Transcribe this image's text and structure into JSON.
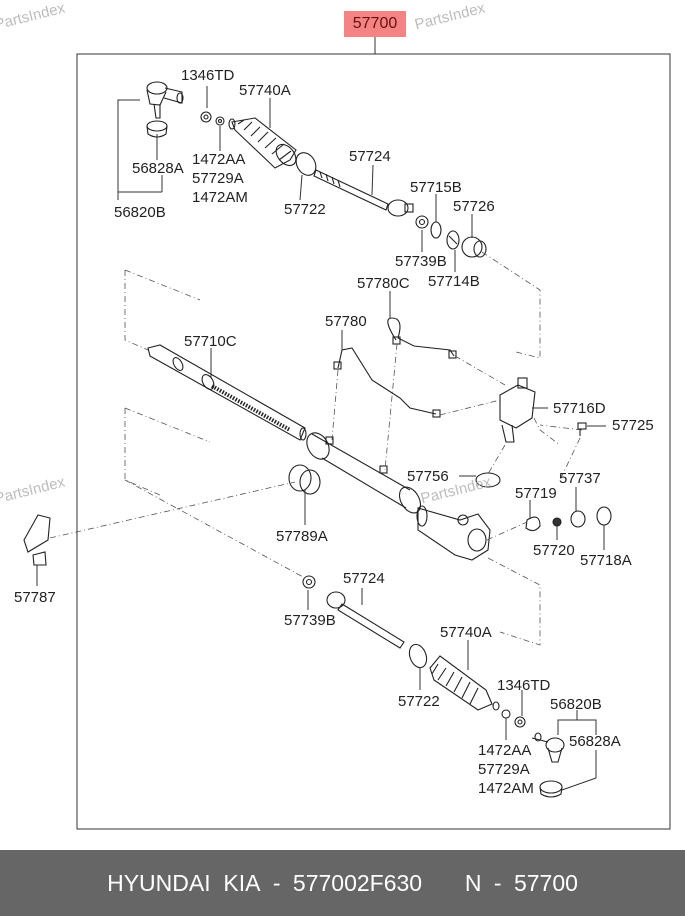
{
  "header": {
    "assembly_number": "57700"
  },
  "watermarks": [
    "PartsIndex",
    "PartsIndex",
    "PartsIndex",
    "PartsIndex"
  ],
  "labels": {
    "l1346TD_top": "1346TD",
    "l57740A_top": "57740A",
    "l1472AA_top": "1472AA",
    "l57729A_top": "57729A",
    "l1472AM_top": "1472AM",
    "l56828A_top": "56828A",
    "l56820B_top": "56820B",
    "l57722_top": "57722",
    "l57724_top": "57724",
    "l57715B": "57715B",
    "l57726": "57726",
    "l57739B_top": "57739B",
    "l57714B": "57714B",
    "l57780C": "57780C",
    "l57780": "57780",
    "l57710C": "57710C",
    "l57716D": "57716D",
    "l57725": "57725",
    "l57756": "57756",
    "l57737": "57737",
    "l57719": "57719",
    "l57720": "57720",
    "l57718A": "57718A",
    "l57789A": "57789A",
    "l57787": "57787",
    "l57724_bot": "57724",
    "l57739B_bot": "57739B",
    "l57740A_bot": "57740A",
    "l57722_bot": "57722",
    "l1346TD_bot": "1346TD",
    "l56820B_bot": "56820B",
    "l56828A_bot": "56828A",
    "l1472AA_bot": "1472AA",
    "l57729A_bot": "57729A",
    "l1472AM_bot": "1472AM"
  },
  "footer": {
    "brand": "HYUNDAI  KIA",
    "separator": "-",
    "part_number": "577002F630",
    "n_label": "N",
    "n_value": "57700"
  }
}
